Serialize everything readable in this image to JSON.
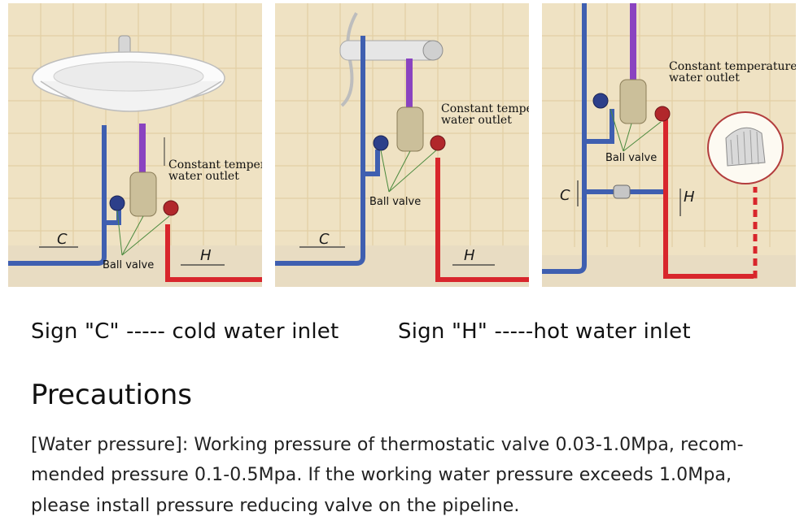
{
  "panels": [
    {
      "outlet_label_1": "Constant temperature",
      "outlet_label_2": "water outlet",
      "valve_label": "Ball valve",
      "cold_mark": "C",
      "hot_mark": "H"
    },
    {
      "outlet_label_1": "Constant temperature",
      "outlet_label_2": "water outlet",
      "valve_label": "Ball valve",
      "cold_mark": "C",
      "hot_mark": "H"
    },
    {
      "outlet_label_1": "Constant temperature",
      "outlet_label_2": "water outlet",
      "valve_label": "Ball valve",
      "cold_mark": "C",
      "hot_mark": "H"
    }
  ],
  "legend": {
    "cold": "Sign \"C\" ----- cold water inlet",
    "hot": "Sign \"H\" -----hot water inlet"
  },
  "precautions": {
    "title": "Precautions",
    "lines": [
      "[Water pressure]: Working pressure of thermostatic valve 0.03-1.0Mpa, recom-",
      "mended pressure 0.1-0.5Mpa. If the working water pressure exceeds 1.0Mpa,",
      "please install pressure reducing valve on the pipeline."
    ]
  },
  "colors": {
    "cold_pipe": "#3f5fb0",
    "hot_pipe": "#d8262c",
    "outlet_pipe": "#8a43c0",
    "wall": "#efe2c3",
    "tile_grout": "#e2cfa4",
    "floor": "#e8dcc2"
  }
}
